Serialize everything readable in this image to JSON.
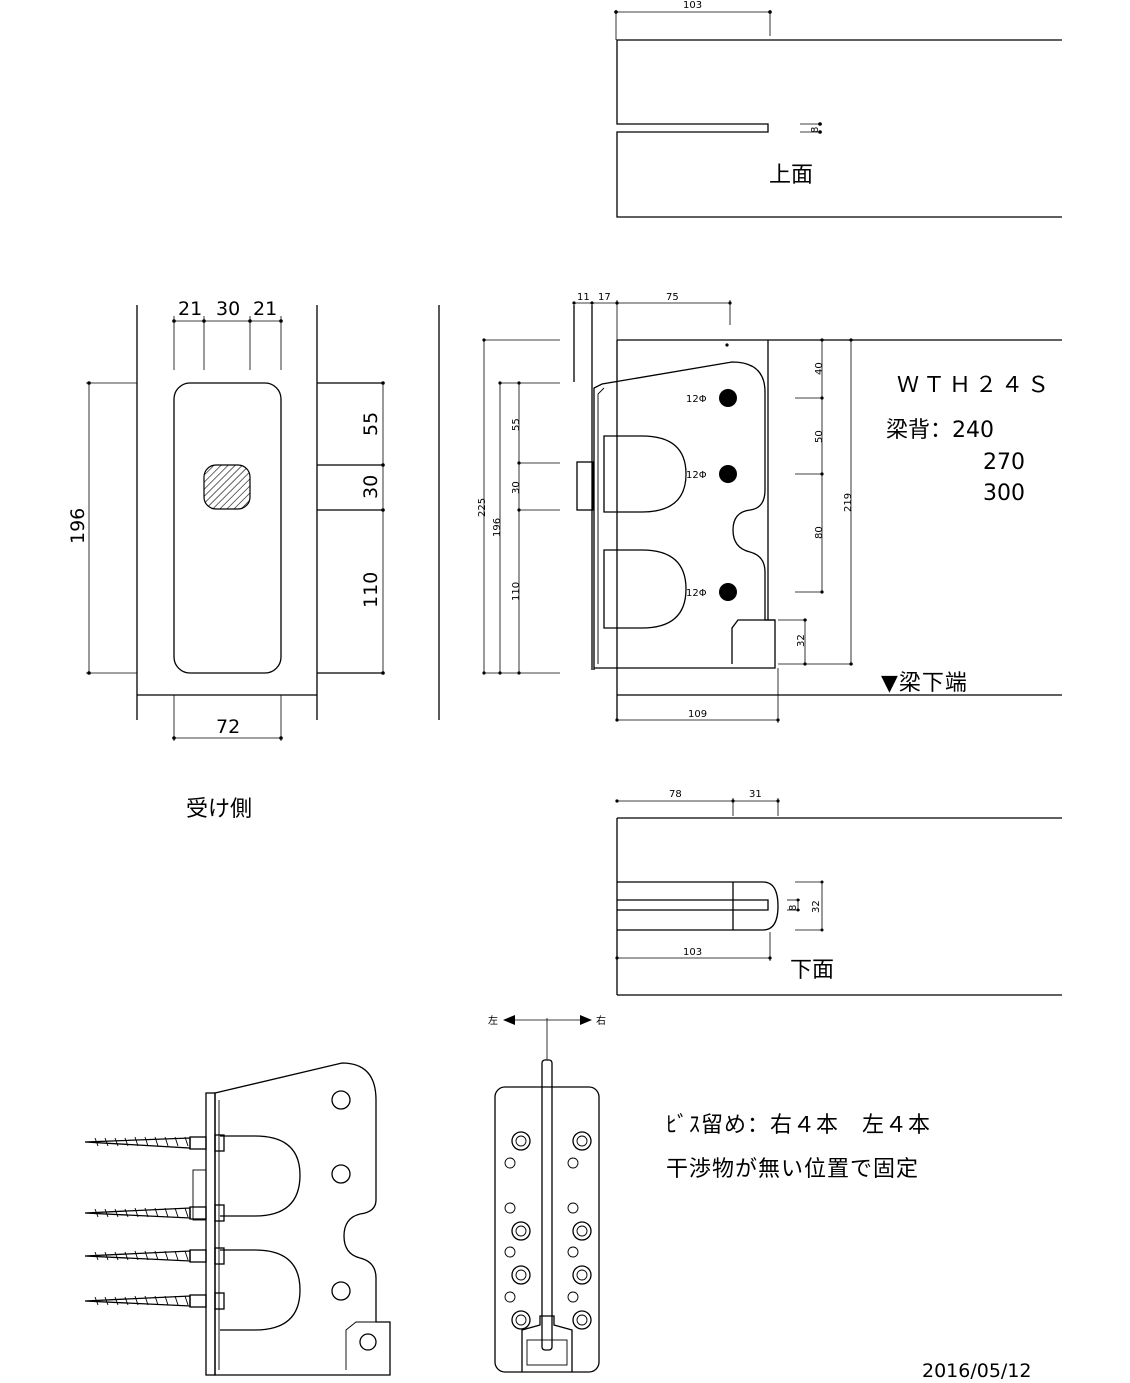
{
  "titles": {
    "top_view": "上面",
    "bottom_view": "下面",
    "receiving_side": "受け側",
    "model": "ＷＴＨ２４Ｓ",
    "beam_depth_label": "梁背：240",
    "beam_depth_2": "270",
    "beam_depth_3": "300",
    "beam_bottom": "▼梁下端",
    "screw_note": "ﾋﾞｽ留め：右４本　左４本",
    "fix_note": "干渉物が無い位置で固定",
    "date": "2016/05/12",
    "left_arrow": "左",
    "right_arrow": "右"
  },
  "dimensions": {
    "top_103": "103",
    "top_8": "8",
    "left_21a": "21",
    "left_30": "30",
    "left_21b": "21",
    "left_196": "196",
    "left_55": "55",
    "left_30v": "30",
    "left_110": "110",
    "left_72": "72",
    "mid_11": "11",
    "mid_17": "17",
    "mid_75": "75",
    "mid_225": "225",
    "mid_196": "196",
    "mid_55": "55",
    "mid_30": "30",
    "mid_110": "110",
    "mid_40": "40",
    "mid_50": "50",
    "mid_80": "80",
    "mid_219": "219",
    "mid_32": "32",
    "mid_109": "109",
    "hole_1": "12Φ",
    "hole_2": "12Φ",
    "hole_3": "12Φ",
    "bot_78": "78",
    "bot_31": "31",
    "bot_8": "8",
    "bot_32": "32",
    "bot_103": "103"
  }
}
